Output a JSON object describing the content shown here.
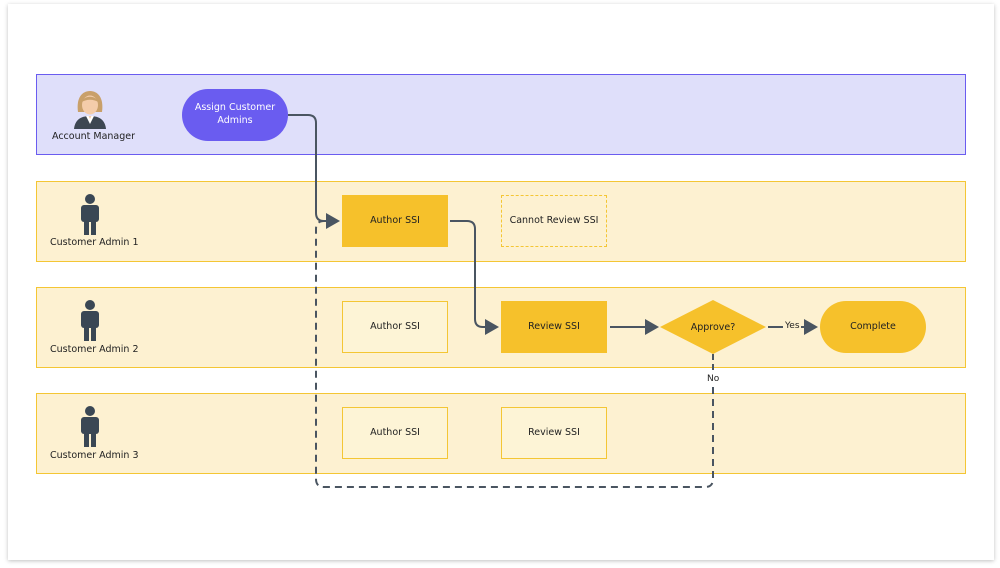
{
  "lanes": {
    "account_manager": "Account Manager",
    "customer_admin_1": "Customer Admin 1",
    "customer_admin_2": "Customer Admin 2",
    "customer_admin_3": "Customer Admin 3"
  },
  "nodes": {
    "assign": "Assign Customer Admins",
    "author_1": "Author SSI",
    "cannot_review_1": "Cannot Review SSI",
    "author_2": "Author SSI",
    "review_2": "Review SSI",
    "approve": "Approve?",
    "complete": "Complete",
    "author_3": "Author SSI",
    "review_3": "Review SSI"
  },
  "edges": {
    "yes": "Yes",
    "no": "No"
  },
  "colors": {
    "account_manager_lane": "#dfdffa",
    "account_manager_border": "#6a5cf0",
    "admin_lane": "#fdf1d1",
    "admin_border": "#f4c634",
    "active_node": "#f6c12b",
    "connector": "#4a5561"
  },
  "icons": {
    "account_manager": "woman-avatar-icon",
    "admin": "person-silhouette-icon"
  }
}
